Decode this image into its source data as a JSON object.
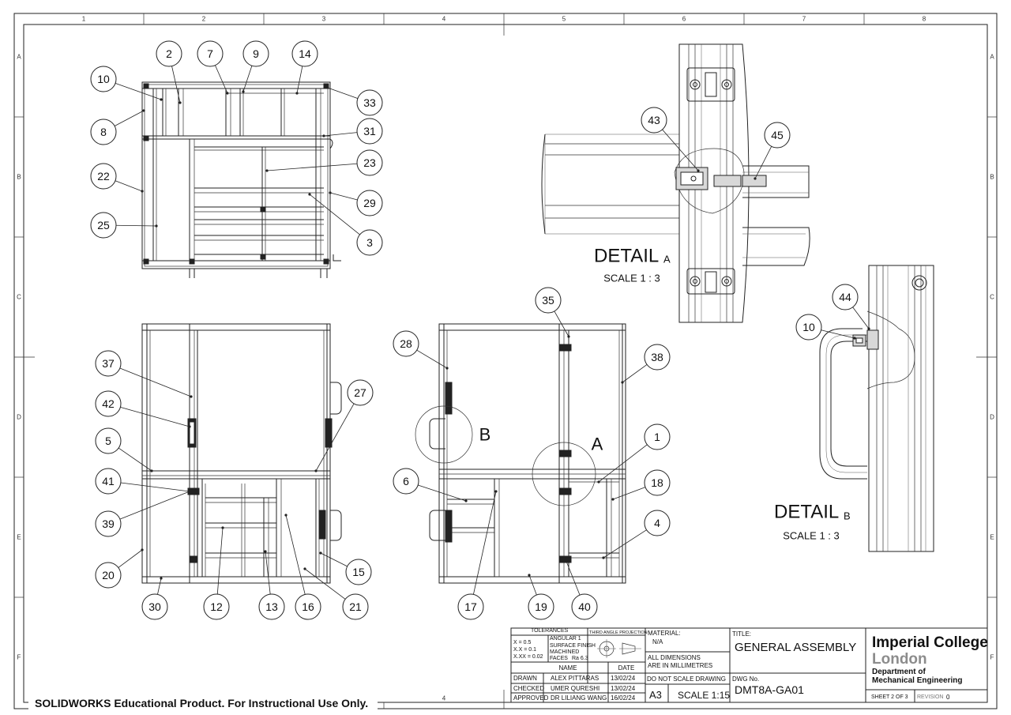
{
  "drawing": {
    "zone_columns": [
      "1",
      "2",
      "3",
      "4",
      "5",
      "6",
      "7",
      "8"
    ],
    "zone_rows": [
      "A",
      "B",
      "C",
      "D",
      "E",
      "F"
    ],
    "balloons": [
      "1",
      "2",
      "3",
      "4",
      "5",
      "6",
      "7",
      "8",
      "9",
      "10",
      "12",
      "13",
      "14",
      "15",
      "16",
      "17",
      "18",
      "19",
      "20",
      "21",
      "22",
      "23",
      "25",
      "27",
      "28",
      "29",
      "30",
      "31",
      "33",
      "35",
      "37",
      "38",
      "39",
      "40",
      "41",
      "42",
      "43",
      "44",
      "45",
      "10"
    ],
    "detail_a": {
      "title": "DETAIL",
      "letter": "A",
      "scale": "SCALE 1 : 3"
    },
    "detail_b": {
      "title": "DETAIL",
      "letter": "B",
      "scale": "SCALE 1 : 3"
    },
    "callout_a": "A",
    "callout_b": "B"
  },
  "title_block": {
    "tolerances_label": "TOLERANCES",
    "tol_x": "X    =  0.5",
    "tol_xx": "X.X  =  0.1",
    "tol_xxx": "X.XX =  0.02",
    "angular": "ANGULAR   1",
    "surface_finish": "SURFACE FINISH",
    "machined": "MACHINED",
    "faces": "FACES",
    "ra": "Ra 6.3",
    "projection": "THIRD ANGLE PROJECTION",
    "material_label": "MATERIAL:",
    "material_value": "N/A",
    "dims_line1": "ALL DIMENSIONS",
    "dims_line2": "ARE IN MILLIMETRES",
    "name_header": "NAME",
    "date_header": "DATE",
    "drawn_label": "DRAWN",
    "drawn_name": "ALEX PITTARAS",
    "drawn_date": "13/02/24",
    "checked_label": "CHECKED",
    "checked_name": "UMER QURESHI",
    "checked_date": "13/02/24",
    "approved_label": "APPROVED",
    "approved_name": "DR LILIANG WANG",
    "approved_date": "16/02/24",
    "no_scale": "DO NOT SCALE DRAWING",
    "paper_size": "A3",
    "scale": "SCALE 1:15",
    "title_label": "TITLE:",
    "title_value": "GENERAL ASSEMBLY",
    "dwg_label": "DWG No.",
    "dwg_value": "DMT8A-GA01",
    "college_line1": "Imperial College",
    "college_line2": "London",
    "dept_line1": "Department of",
    "dept_line2": "Mechanical Engineering",
    "sheet": "SHEET 2 OF 3",
    "revision_label": "REVISION",
    "revision_value": "0"
  },
  "footer": {
    "watermark": "SOLIDWORKS Educational Product. For Instructional Use Only.",
    "bottom_zone": "4"
  },
  "colors": {
    "line": "#222222",
    "college_grey": "#8c8c8c"
  }
}
